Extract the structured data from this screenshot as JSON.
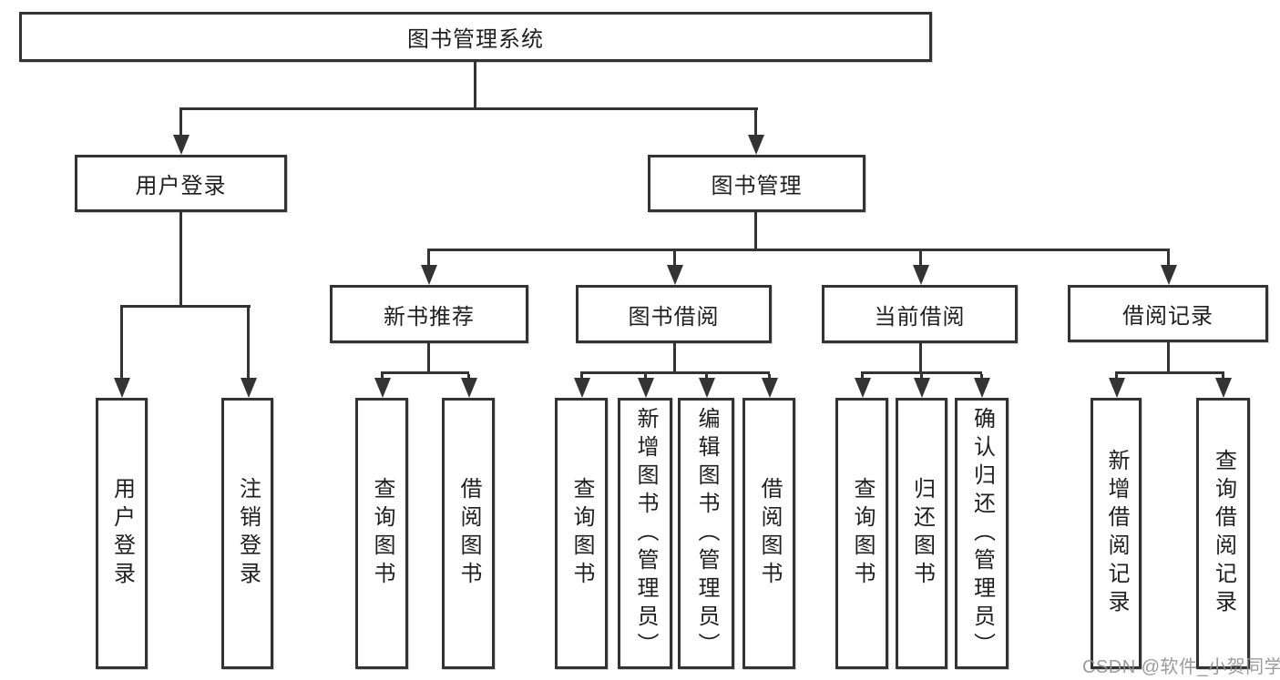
{
  "diagram": {
    "root": "图书管理系统",
    "branches": [
      {
        "label": "用户登录",
        "children": [
          {
            "label": "用户登录"
          },
          {
            "label": "注销登录"
          }
        ]
      },
      {
        "label": "图书管理",
        "children": [
          {
            "label": "新书推荐",
            "children": [
              {
                "label": "查询图书"
              },
              {
                "label": "借阅图书"
              }
            ]
          },
          {
            "label": "图书借阅",
            "children": [
              {
                "label": "查询图书"
              },
              {
                "label": "新增图书（管理员）"
              },
              {
                "label": "编辑图书（管理员）"
              },
              {
                "label": "借阅图书"
              }
            ]
          },
          {
            "label": "当前借阅",
            "children": [
              {
                "label": "查询图书"
              },
              {
                "label": "归还图书"
              },
              {
                "label": "确认归还（管理员）"
              }
            ]
          },
          {
            "label": "借阅记录",
            "children": [
              {
                "label": "新增借阅记录"
              },
              {
                "label": "查询借阅记录"
              }
            ]
          }
        ]
      }
    ]
  },
  "watermark": "CSDN @软件_小贺同学",
  "colors": {
    "line": "#333333",
    "text": "#1f1f1f",
    "watermark": "#949494",
    "background": "#ffffff"
  }
}
